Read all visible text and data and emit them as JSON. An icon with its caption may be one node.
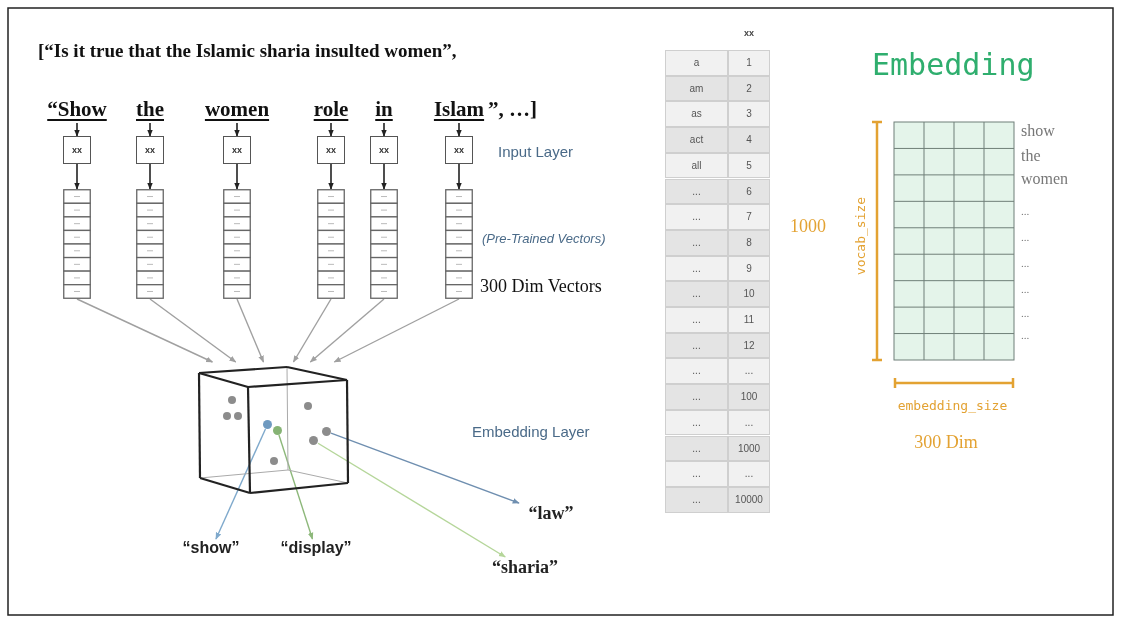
{
  "diagram": {
    "nodes": [
      {
        "text": [
          "“Show"
        ]
      },
      {
        "text": [
          "the"
        ]
      },
      {
        "text": [
          "women"
        ]
      },
      {
        "text": [
          "role"
        ]
      },
      {
        "text": [
          "in"
        ]
      },
      {
        "text": [
          "Islam"
        ]
      },
      {
        "text": [
          "xx"
        ]
      },
      {
        "text": [
          "xx"
        ]
      },
      {
        "text": [
          "xx"
        ]
      },
      {
        "text": [
          "xx"
        ]
      },
      {
        "text": [
          "xx"
        ]
      },
      {
        "text": [
          "xx"
        ]
      },
      {
        "text": [],
        "shape": "box"
      },
      {
        "text": [],
        "shape": "box"
      },
      {
        "text": [],
        "shape": "box"
      },
      {
        "text": [],
        "shape": "box"
      },
      {
        "text": [],
        "shape": "box"
      },
      {
        "text": [],
        "shape": "box"
      },
      {
        "text": [],
        "shape": "picture"
      },
      {
        "text": [],
        "shape": "circle",
        "in": 18
      },
      {
        "text": [],
        "shape": "circle",
        "in": 18
      },
      {
        "text": [],
        "shape": "circle",
        "in": 18
      },
      {
        "text": [],
        "shape": "circle",
        "in": 18
      },
      {
        "text": [
          "“show”"
        ]
      },
      {
        "text": [
          "“display”"
        ]
      },
      {
        "text": [
          "“law”"
        ]
      },
      {
        "text": [
          "“sharia”"
        ]
      }
    ],
    "edges": [
      {
        "from": 0,
        "to": 6,
        "arrow": "to"
      },
      {
        "from": 1,
        "to": 7,
        "arrow": "to"
      },
      {
        "from": 2,
        "to": 8,
        "arrow": "to"
      },
      {
        "from": 3,
        "to": 9,
        "arrow": "to"
      },
      {
        "from": 4,
        "to": 10,
        "arrow": "to"
      },
      {
        "from": 5,
        "to": 11,
        "arrow": "to"
      },
      {
        "from": 6,
        "to": 12,
        "arrow": "to"
      },
      {
        "from": 7,
        "to": 13,
        "arrow": "to"
      },
      {
        "from": 8,
        "to": 14,
        "arrow": "to"
      },
      {
        "from": 9,
        "to": 15,
        "arrow": "to"
      },
      {
        "from": 10,
        "to": 16,
        "arrow": "to"
      },
      {
        "from": 11,
        "to": 17,
        "arrow": "to"
      },
      {
        "from": 12,
        "to": 18,
        "arrow": "to",
        "color": "#a0a0a0"
      },
      {
        "from": 13,
        "to": 18,
        "arrow": "to",
        "color": "#a0a0a0"
      },
      {
        "from": 14,
        "to": 18,
        "arrow": "to",
        "color": "#a0a0a0"
      },
      {
        "from": 15,
        "to": 18,
        "arrow": "to",
        "color": "#a0a0a0"
      },
      {
        "from": 16,
        "to": 18,
        "arrow": "to",
        "color": "#a0a0a0"
      },
      {
        "from": 17,
        "to": 18,
        "arrow": "to",
        "color": "#a0a0a0"
      },
      {
        "from": 19,
        "to": 23,
        "arrow": "to",
        "color": "#7fa9cc"
      },
      {
        "from": 20,
        "to": 24,
        "arrow": "to",
        "color": "#8db87a"
      },
      {
        "from": 22,
        "to": 25,
        "arrow": "to",
        "color": "#6f8fb0"
      },
      {
        "from": 21,
        "to": 26,
        "arrow": "to",
        "color": "#b5d69a"
      }
    ],
    "labels": [
      "[“Is it true that the Islamic sharia insulted women”,",
      "”, …]",
      "Input Layer",
      "(Pre-Trained Vectors)",
      "300 Dim Vectors",
      "Embedding Layer",
      "xx",
      "a",
      "1",
      "am",
      "2",
      "as",
      "3",
      "act",
      "4",
      "all",
      "5",
      "...",
      "6",
      "...",
      "7",
      "...",
      "8",
      "...",
      "9",
      "...",
      "10",
      "...",
      "11",
      "...",
      "12",
      "...",
      "...",
      "...",
      "100",
      "...",
      "...",
      "...",
      "1000",
      "...",
      "...",
      "...",
      "10000",
      "Embedding",
      "1000",
      "vocab_size",
      "show",
      "the",
      "women",
      "...",
      "...",
      "...",
      "...",
      "...",
      "...",
      "embedding_size",
      "300 Dim"
    ]
  }
}
